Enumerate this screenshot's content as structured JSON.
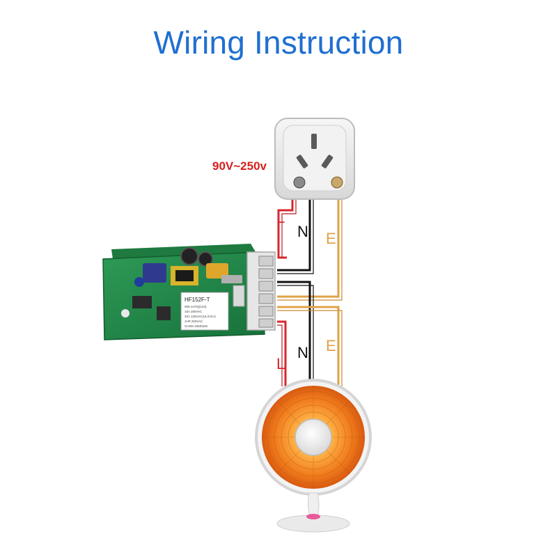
{
  "title": "Wiring Instruction",
  "voltage_label": "90V~250v",
  "wire_labels": {
    "live": "L",
    "neutral": "N",
    "earth": "E"
  },
  "relay_label": {
    "model": "HF152F-T",
    "line1": "005-1HTQ(104)",
    "line2": "16A 250VAC",
    "line3": "20A 125VAC(UL/CSA)",
    "line4": "1HP 250VAC",
    "line5": "CHINA WM0326"
  },
  "colors": {
    "title": "#1f6fd0",
    "voltage": "#d61f1f",
    "live": "#d9252b",
    "neutral": "#111111",
    "earth": "#e0a246",
    "pcb": "#1f8a4a"
  },
  "icons": {
    "socket": "wall-socket-icon",
    "module": "smart-switch-module",
    "heater": "radiant-heater-icon"
  }
}
